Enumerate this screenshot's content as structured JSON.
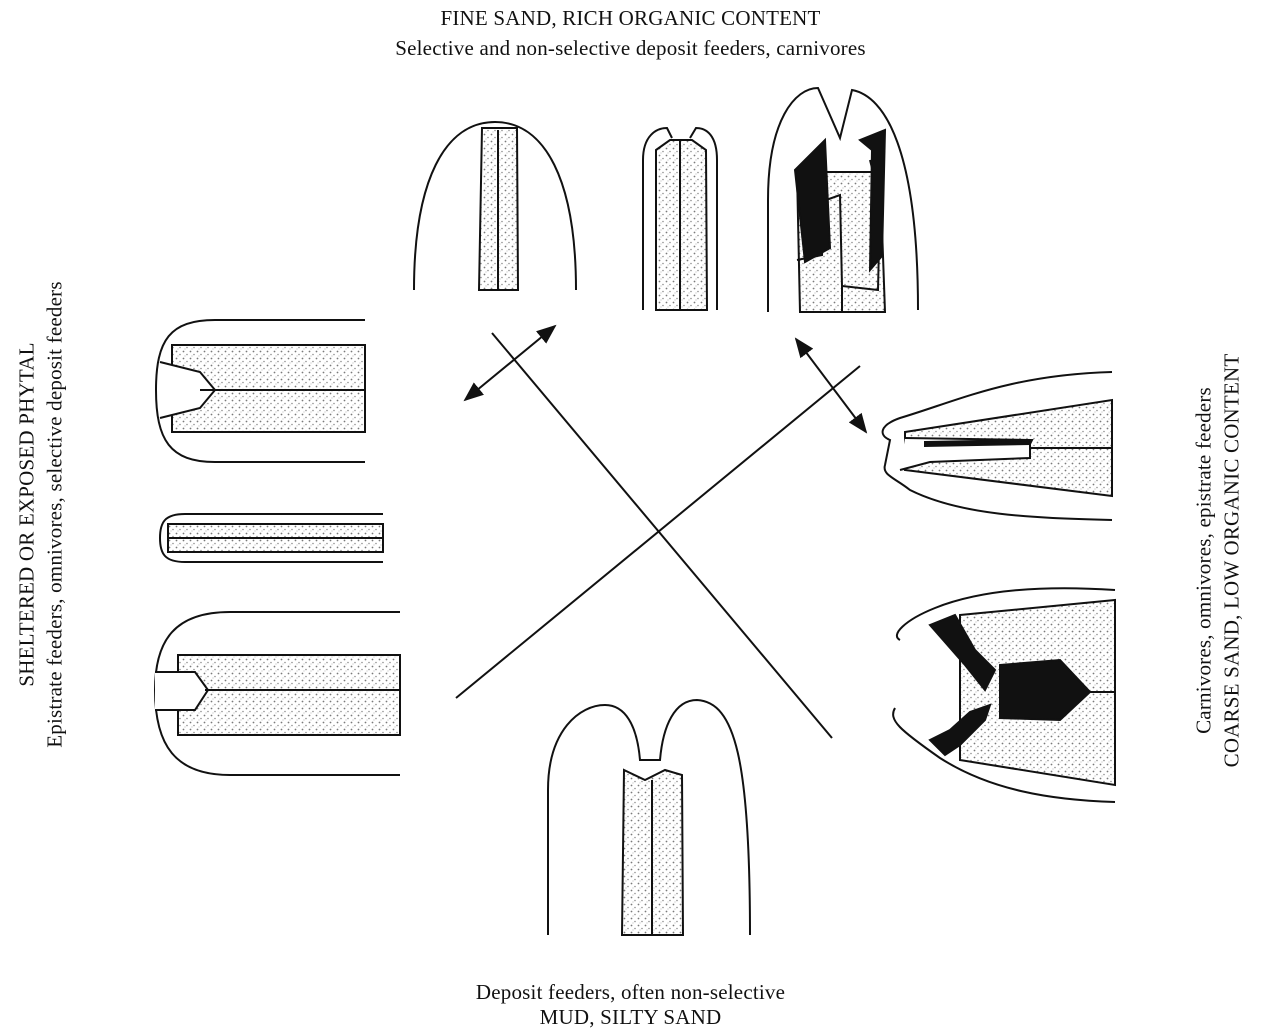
{
  "top": {
    "title": "FINE SAND, RICH ORGANIC CONTENT",
    "subtitle": "Selective and non-selective deposit feeders, carnivores"
  },
  "bottom": {
    "subtitle": "Deposit feeders, often non-selective",
    "title": "MUD, SILTY SAND"
  },
  "left": {
    "title": "SHELTERED OR EXPOSED PHYTAL",
    "subtitle": "Epistrate feeders, omnivores, selective deposit feeders"
  },
  "right": {
    "subtitle": "Carnivores, omnivores, epistrate feeders",
    "title": "COARSE SAND, LOW ORGANIC CONTENT"
  },
  "drawings": [
    "nematode-head-top-1",
    "nematode-head-top-2",
    "nematode-head-top-3",
    "nematode-head-left-1",
    "nematode-head-left-2",
    "nematode-head-left-3",
    "nematode-head-right-1",
    "nematode-head-right-2",
    "nematode-head-bottom"
  ],
  "colors": {
    "ink": "#111111",
    "stipple": "#9a9a9a",
    "background": "#ffffff"
  }
}
